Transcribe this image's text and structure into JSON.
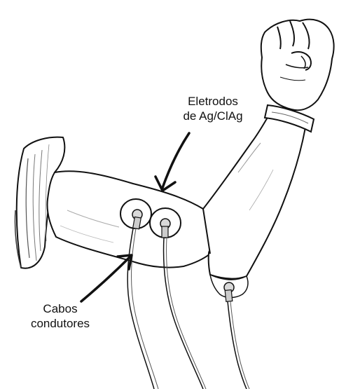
{
  "labels": {
    "electrodes": [
      "Eletrodos",
      "de Ag/ClAg"
    ],
    "cables": [
      "Cabos",
      "condutores"
    ]
  },
  "colors": {
    "ink": "#111111",
    "skin": "#ffffff",
    "shade": "#d9d9d9"
  },
  "icons": {
    "electrode": "electrode-disc-icon",
    "arrow": "pointer-arrow-icon"
  }
}
